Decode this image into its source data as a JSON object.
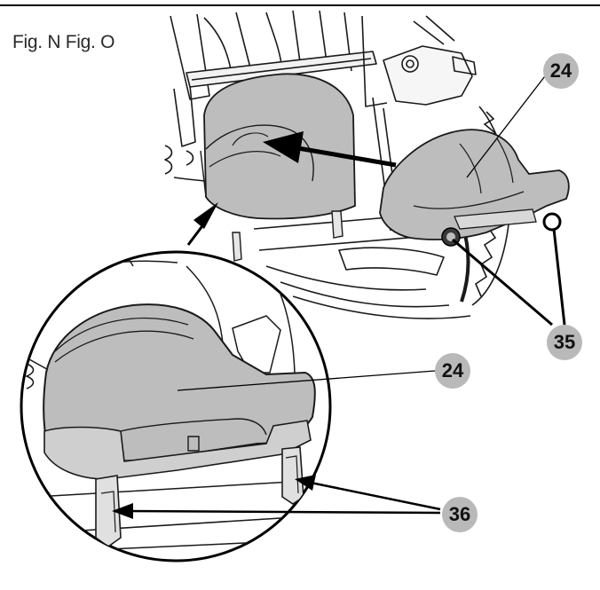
{
  "caption": "Fig. N Fig. O",
  "callouts": {
    "c24_top": "24",
    "c35": "35",
    "c24_detail": "24",
    "c36": "36"
  },
  "colors": {
    "part_fill": "#bdbdbd",
    "part_stroke": "#1a1a1a",
    "callout_fill": "#b9b9b9",
    "line": "#000000"
  }
}
